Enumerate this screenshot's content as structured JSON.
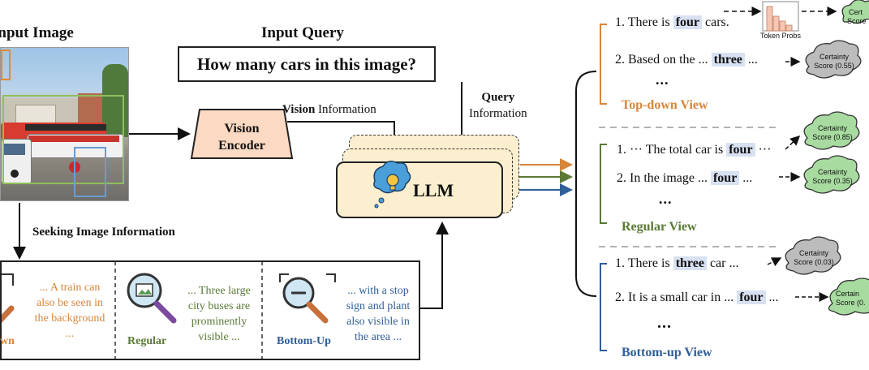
{
  "input_image": {
    "title": "Input Image"
  },
  "input_query": {
    "title": "Input Query",
    "text": "How many cars in this image?"
  },
  "vision_encoder": {
    "line1": "Vision",
    "line2": "Encoder"
  },
  "vision_info": {
    "bold": "Vision",
    "rest": "Information"
  },
  "query_info": {
    "line1": "Query",
    "line2": "Information"
  },
  "llm": {
    "label": "LLM"
  },
  "seeking": {
    "label": "Seeking Image Information",
    "panels": [
      {
        "name": "Top-down",
        "name_visible": "wn",
        "desc": "... A train can also be seen in the background ...",
        "color": "#d6863a"
      },
      {
        "name": "Regular",
        "desc": "... Three large city buses are prominently visible ...",
        "color": "#5a7a35"
      },
      {
        "name": "Bottom-Up",
        "desc": "... with a stop sign and plant also visible in the area ...",
        "color": "#2f5e99"
      }
    ]
  },
  "token_probs": {
    "label": "Token Probs"
  },
  "certainty_label": "Certainty",
  "views": {
    "top_down": {
      "title": "Top-down View",
      "color": "#d6863a",
      "l1_pre": "1. There is",
      "l1_hl": "four",
      "l1_post": "cars.",
      "l2_pre": "2. Based on the ...",
      "l2_hl": "three",
      "l2_post": "...",
      "ellipsis": "...",
      "score2": "Score (0.55)",
      "score1_partial": "Cert",
      "score1b_partial": "Score"
    },
    "regular": {
      "title": "Regular View",
      "color": "#5a7a35",
      "l1_pre": "1. ··· The total car is",
      "l1_hl": "four",
      "l1_post": "···",
      "l2_pre": "2. In the image ...",
      "l2_hl": "four",
      "l2_post": "...",
      "ellipsis": "...",
      "score1": "Score (0.85)",
      "score2": "Score (0.35)"
    },
    "bottom_up": {
      "title": "Bottom-up View",
      "color": "#2f5e99",
      "l1_pre": "1. There is",
      "l1_hl": "three",
      "l1_post": "car ...",
      "l2_pre": "2. It is a small car in ...",
      "l2_hl": "four",
      "l2_post": "...",
      "ellipsis": "...",
      "score1": "Score (0.03)",
      "score2_partial": "Certain",
      "score2b_partial": "Score (0."
    }
  }
}
